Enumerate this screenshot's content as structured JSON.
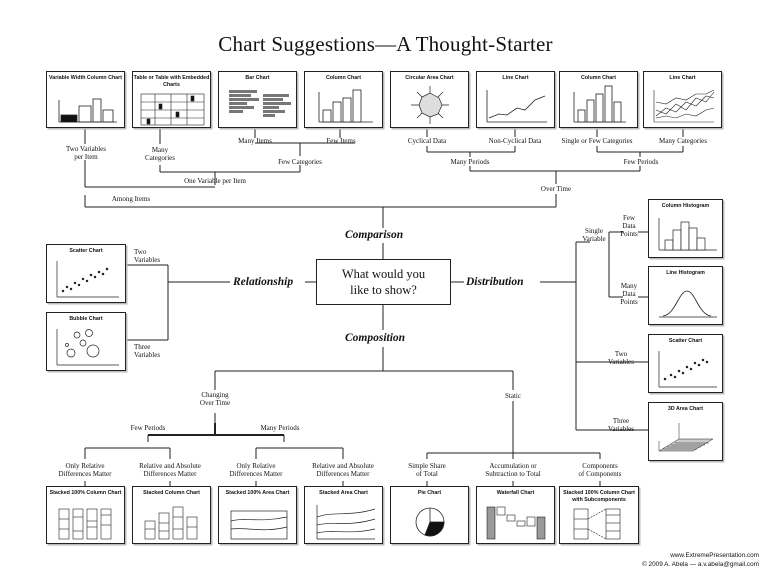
{
  "title": "Chart Suggestions—A Thought-Starter",
  "question": [
    "What would you",
    "like to show?"
  ],
  "categories": {
    "comparison": "Comparison",
    "relationship": "Relationship",
    "distribution": "Distribution",
    "composition": "Composition"
  },
  "comparison": {
    "charts": [
      "Variable Width Column Chart",
      "Table or Table with Embedded Charts",
      "Bar Chart",
      "Column Chart",
      "Circular Area Chart",
      "Line Chart",
      "Column Chart",
      "Line Chart"
    ],
    "labels": {
      "two_variables_per_item": [
        "Two Variables",
        "per Item"
      ],
      "many_categories": [
        "Many",
        "Categories"
      ],
      "many_items": "Many Items",
      "few_items": "Few Items",
      "few_categories": "Few Categories",
      "one_variable_per_item": "One Variable per Item",
      "among_items": "Among Items",
      "cyclical_data": "Cyclical Data",
      "non_cyclical_data": "Non-Cyclical Data",
      "single_or_few_categories": "Single or Few Categories",
      "many_categories_2": "Many Categories",
      "many_periods": "Many Periods",
      "few_periods": "Few Periods",
      "over_time": "Over Time"
    }
  },
  "relationship": {
    "charts": [
      "Scatter Chart",
      "Bubble Chart"
    ],
    "labels": {
      "two_variables": [
        "Two",
        "Variables"
      ],
      "three_variables": [
        "Three",
        "Variables"
      ]
    }
  },
  "distribution": {
    "charts": [
      "Column Histogram",
      "Line Histogram",
      "Scatter Chart",
      "3D Area Chart"
    ],
    "labels": {
      "single_variable": [
        "Single",
        "Variable"
      ],
      "few_data_points": [
        "Few",
        "Data",
        "Points"
      ],
      "many_data_points": [
        "Many",
        "Data",
        "Points"
      ],
      "two_variables": [
        "Two",
        "Variables"
      ],
      "three_variables": [
        "Three",
        "Variables"
      ]
    }
  },
  "composition": {
    "charts": [
      "Stacked 100% Column Chart",
      "Stacked Column Chart",
      "Stacked 100% Area Chart",
      "Stacked Area Chart",
      "Pie Chart",
      "Waterfall Chart",
      "Stacked 100% Column Chart with Subcomponents"
    ],
    "labels": {
      "changing_over_time": [
        "Changing",
        "Over Time"
      ],
      "static": "Static",
      "few_periods": "Few Periods",
      "many_periods": "Many Periods",
      "only_relative_1": [
        "Only Relative",
        "Differences Matter"
      ],
      "relative_absolute_1": [
        "Relative and Absolute",
        "Differences Matter"
      ],
      "only_relative_2": [
        "Only Relative",
        "Differences Matter"
      ],
      "relative_absolute_2": [
        "Relative and Absolute",
        "Differences Matter"
      ],
      "simple_share": [
        "Simple Share",
        "of Total"
      ],
      "accumulation": [
        "Accumulation or",
        "Subtraction to Total"
      ],
      "components": [
        "Components",
        "of Components"
      ]
    }
  },
  "footer": {
    "site": "www.ExtremePresentation.com",
    "copyright": "© 2009  A. Abela — a.v.abela@gmail.com"
  }
}
